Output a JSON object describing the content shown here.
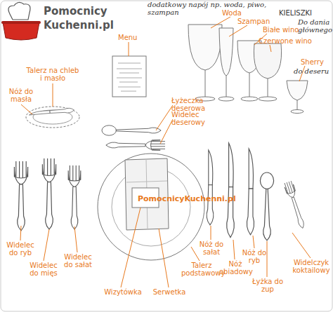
{
  "diagram": {
    "labels": [
      "Pomocnicy",
      "Kuchenni.pl",
      "dodatkowy napój np. woda, piwo, szampan",
      "Woda",
      "Szampan",
      "KIELISZKI",
      "Białe wino",
      "Do dania głównego",
      "Czerwone wino",
      "Sherry",
      "do deseru",
      "Menu",
      "Talerz na chleb i masło",
      "Nóż do masła",
      "Łyżeczka deserowa",
      "Widelec deserowy",
      "PomocnicyKuchenni.pl",
      "Widelec do ryb",
      "Widelec do mięs",
      "Widelec do sałat",
      "Wizytówka",
      "Serwetka",
      "Talerz podstawowy",
      "Nóż do sałat",
      "Nóż obiadowy",
      "Nóż do ryb",
      "Łyżka do zup",
      "Widelczyk koktailowy"
    ]
  }
}
